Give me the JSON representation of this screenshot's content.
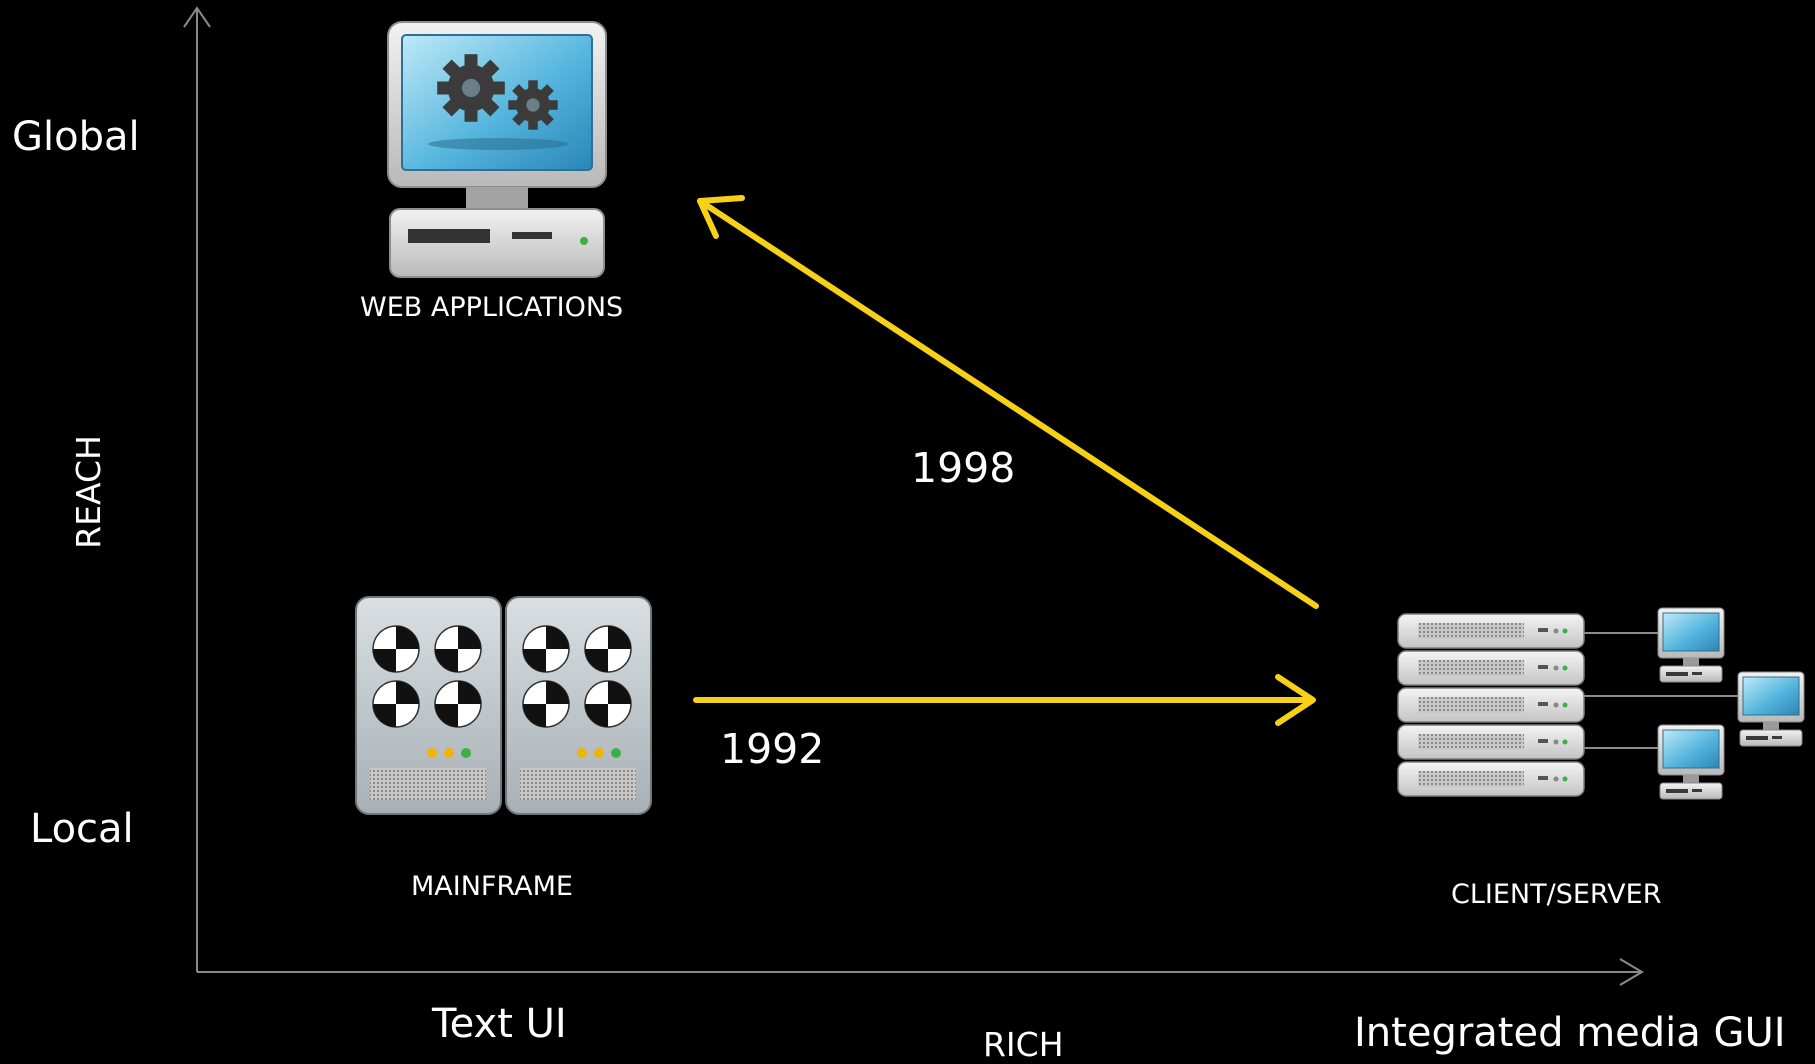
{
  "colors": {
    "background": "#000000",
    "axis": "#8a8a8a",
    "arrow": "#f7d117",
    "text": "#ffffff"
  },
  "axes": {
    "y_title": "REACH",
    "y_top": "Global",
    "y_bottom": "Local",
    "x_title": "RICH",
    "x_left": "Text UI",
    "x_right": "Integrated media GUI"
  },
  "nodes": {
    "web": {
      "label": "WEB APPLICATIONS",
      "icon": "computer-gears-icon"
    },
    "mainframe": {
      "label": "MAINFRAME",
      "icon": "mainframe-icon"
    },
    "client_server": {
      "label": "CLIENT/SERVER",
      "icon": "server-rack-network-icon"
    }
  },
  "arrows": [
    {
      "from": "mainframe",
      "to": "client_server",
      "year": "1992"
    },
    {
      "from": "client_server",
      "to": "web",
      "year": "1998"
    }
  ]
}
